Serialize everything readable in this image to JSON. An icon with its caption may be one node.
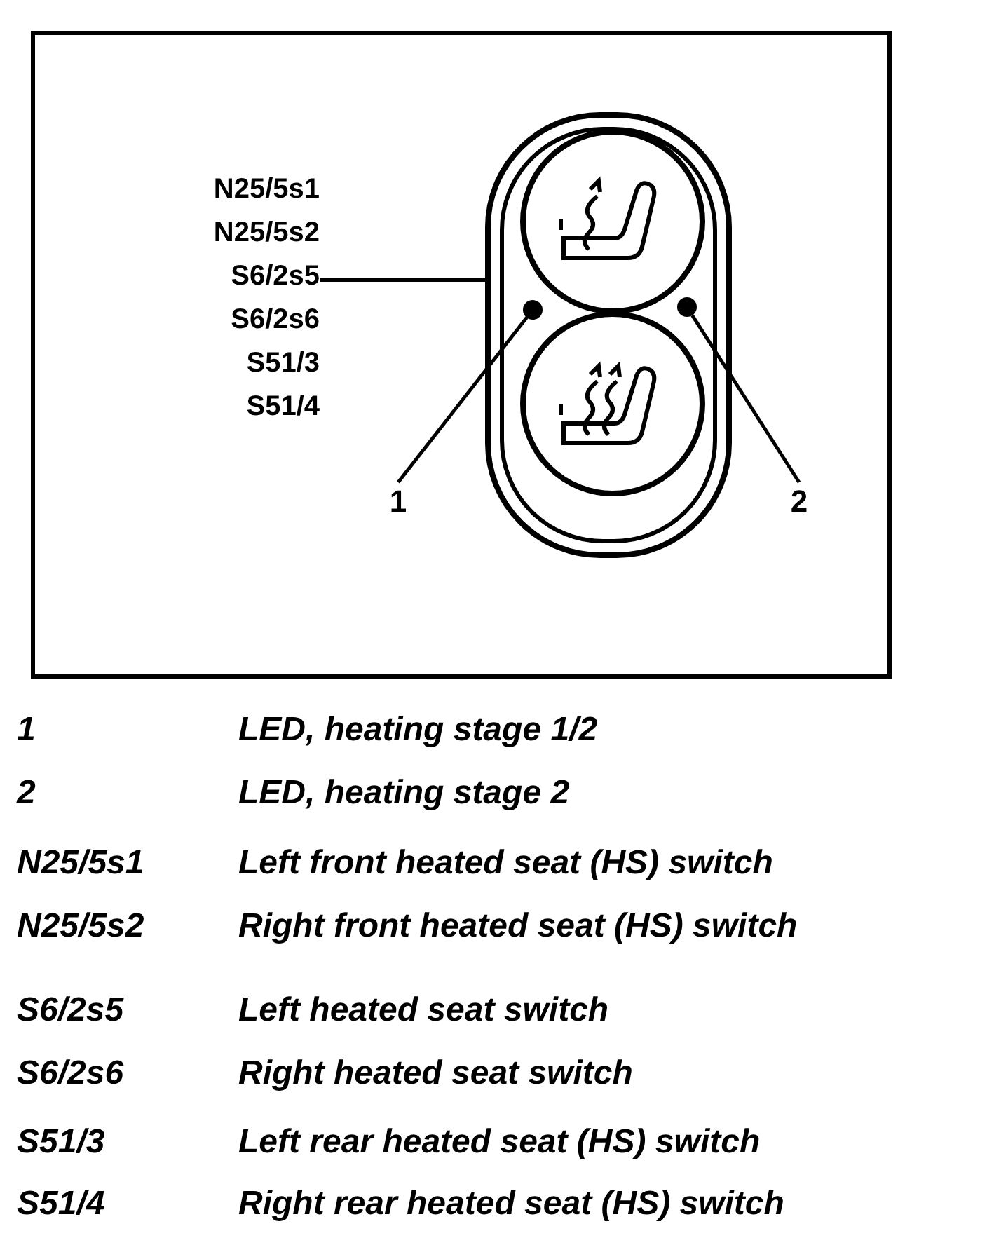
{
  "diagram": {
    "nodes": [
      {
        "text": [
          "N25/5s1",
          "N25/5s2",
          "S6/2s5",
          "S6/2s6",
          "S51/3",
          "S51/4"
        ]
      },
      {
        "text": [],
        "shape": "picture"
      },
      {
        "text": [
          "1"
        ]
      },
      {
        "text": [],
        "shape": "circle",
        "in": 1
      },
      {
        "text": [
          "2"
        ]
      },
      {
        "text": [],
        "shape": "circle",
        "in": 1
      }
    ],
    "edges": [
      {
        "from": 0,
        "to": 1,
        "arrow": "none"
      },
      {
        "from": 2,
        "to": 3,
        "arrow": "none"
      },
      {
        "from": 4,
        "to": 5,
        "arrow": "none"
      }
    ],
    "labels": [
      "1",
      "LED, heating stage 1/2",
      "2",
      "LED, heating stage 2",
      "N25/5s1",
      "Left front heated seat (HS) switch",
      "N25/5s2",
      "Right front heated seat (HS) switch",
      "S6/2s5",
      "Left heated seat switch",
      "S6/2s6",
      "Right heated seat switch",
      "S51/3",
      "Left rear heated seat (HS) switch",
      "S51/4",
      "Right rear heated seat (HS) switch"
    ]
  }
}
